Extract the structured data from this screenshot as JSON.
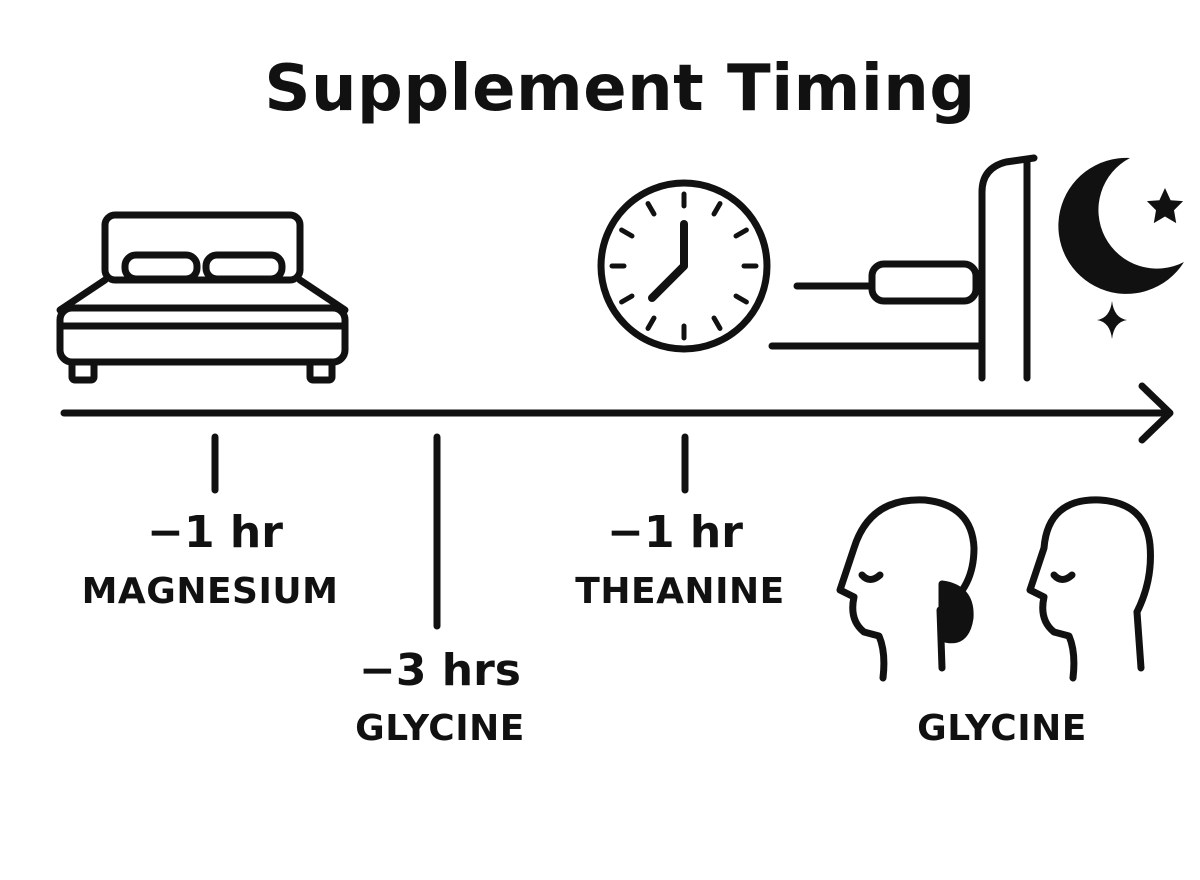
{
  "title": "Supplement Timing",
  "markers": [
    {
      "time": "−1 hr",
      "supplement": "MAGNESIUM"
    },
    {
      "time": "−3 hrs",
      "supplement": "GLYCINE"
    },
    {
      "time": "−1 hr",
      "supplement": "THEANINE"
    },
    {
      "time": "",
      "supplement": "GLYCINE"
    }
  ],
  "icons": [
    "bed-icon",
    "clock-icon",
    "bed-side-view-icon",
    "moon-icon",
    "star-icon",
    "sparkle-icon",
    "sleeping-face-icon",
    "sleeping-face-icon"
  ],
  "colors": {
    "ink": "#111111",
    "background": "#ffffff"
  }
}
